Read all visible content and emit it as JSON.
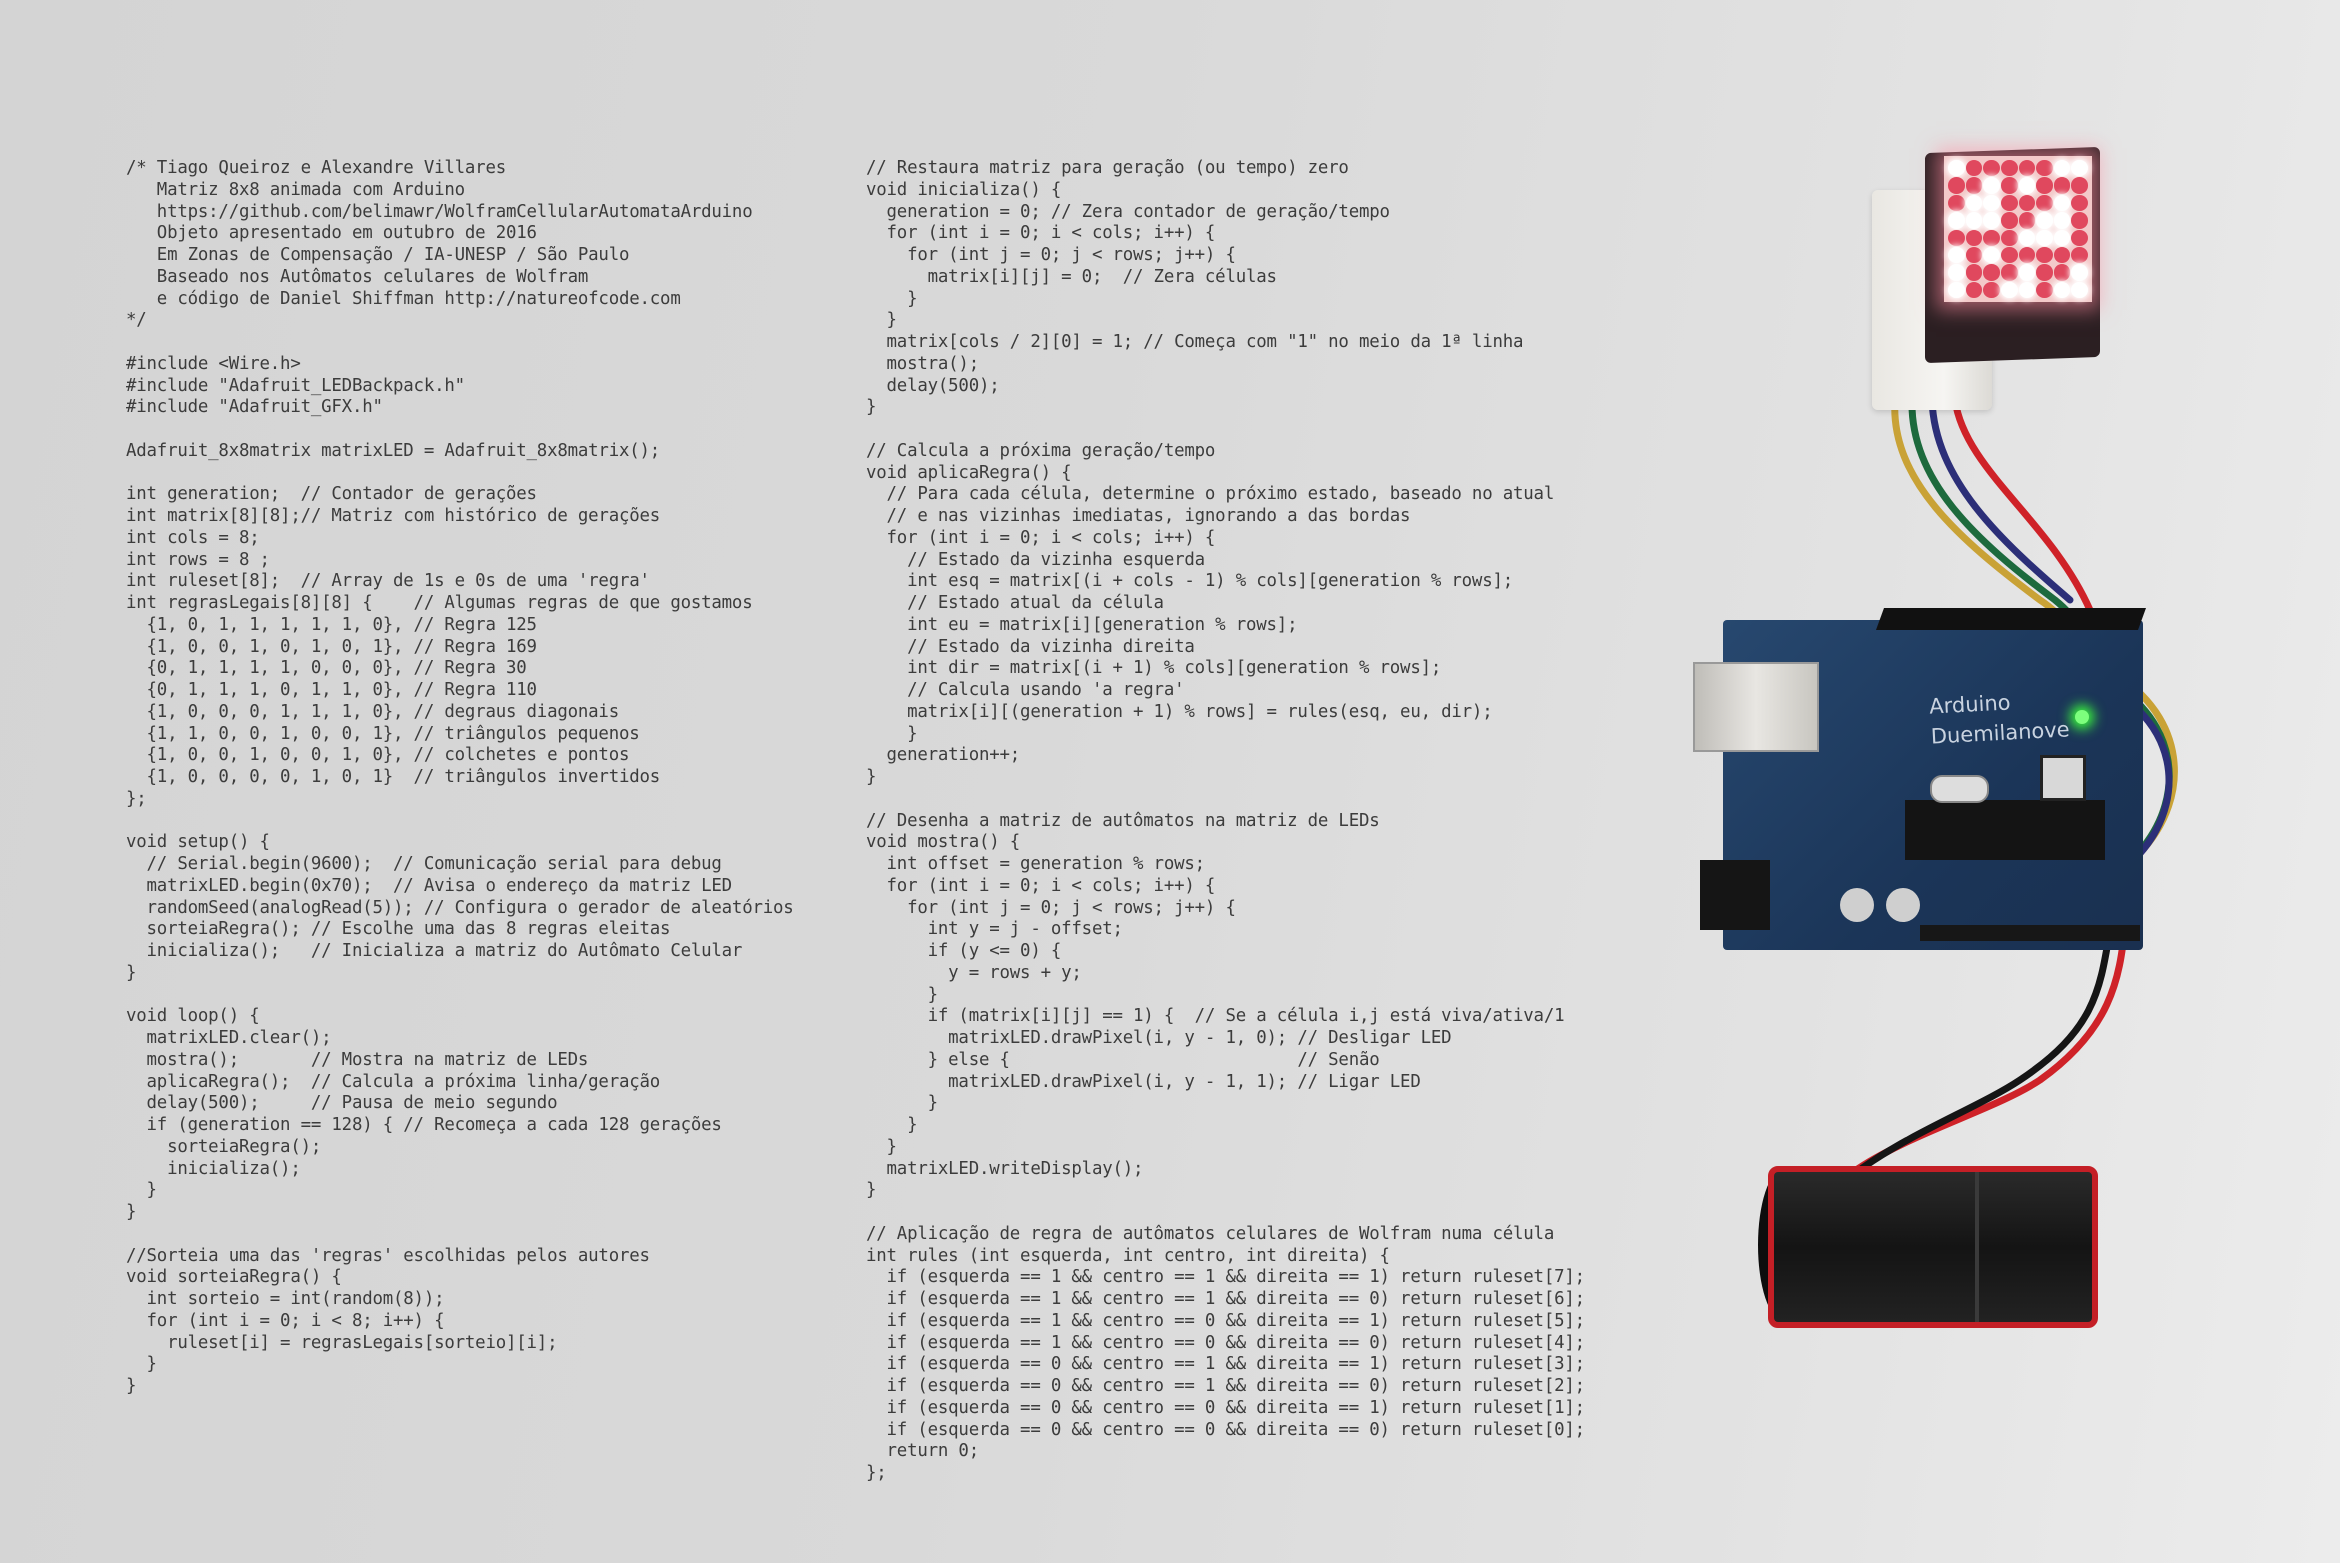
{
  "code_left": [
    "/* Tiago Queiroz e Alexandre Villares",
    "   Matriz 8x8 animada com Arduino",
    "   https://github.com/belimawr/WolframCellularAutomataArduino",
    "   Objeto apresentado em outubro de 2016",
    "   Em Zonas de Compensação / IA-UNESP / São Paulo",
    "   Baseado nos Autômatos celulares de Wolfram",
    "   e código de Daniel Shiffman http://natureofcode.com",
    "*/",
    "",
    "#include <Wire.h>",
    "#include \"Adafruit_LEDBackpack.h\"",
    "#include \"Adafruit_GFX.h\"",
    "",
    "Adafruit_8x8matrix matrixLED = Adafruit_8x8matrix();",
    "",
    "int generation;  // Contador de gerações",
    "int matrix[8][8];// Matriz com histórico de gerações",
    "int cols = 8;",
    "int rows = 8 ;",
    "int ruleset[8];  // Array de 1s e 0s de uma 'regra'",
    "int regrasLegais[8][8] {    // Algumas regras de que gostamos",
    "  {1, 0, 1, 1, 1, 1, 1, 0}, // Regra 125",
    "  {1, 0, 0, 1, 0, 1, 0, 1}, // Regra 169",
    "  {0, 1, 1, 1, 1, 0, 0, 0}, // Regra 30",
    "  {0, 1, 1, 1, 0, 1, 1, 0}, // Regra 110",
    "  {1, 0, 0, 0, 1, 1, 1, 0}, // degraus diagonais",
    "  {1, 1, 0, 0, 1, 0, 0, 1}, // triângulos pequenos",
    "  {1, 0, 0, 1, 0, 0, 1, 0}, // colchetes e pontos",
    "  {1, 0, 0, 0, 0, 1, 0, 1}  // triângulos invertidos",
    "};",
    "",
    "void setup() {",
    "  // Serial.begin(9600);  // Comunicação serial para debug",
    "  matrixLED.begin(0x70);  // Avisa o endereço da matriz LED",
    "  randomSeed(analogRead(5)); // Configura o gerador de aleatórios",
    "  sorteiaRegra(); // Escolhe uma das 8 regras eleitas",
    "  inicializa();   // Inicializa a matriz do Autômato Celular",
    "}",
    "",
    "void loop() {",
    "  matrixLED.clear();",
    "  mostra();       // Mostra na matriz de LEDs",
    "  aplicaRegra();  // Calcula a próxima linha/geração",
    "  delay(500);     // Pausa de meio segundo",
    "  if (generation == 128) { // Recomeça a cada 128 gerações",
    "    sorteiaRegra();",
    "    inicializa();",
    "  }",
    "}",
    "",
    "//Sorteia uma das 'regras' escolhidas pelos autores",
    "void sorteiaRegra() {",
    "  int sorteio = int(random(8));",
    "  for (int i = 0; i < 8; i++) {",
    "    ruleset[i] = regrasLegais[sorteio][i];",
    "  }",
    "}"
  ],
  "code_right": [
    "// Restaura matriz para geração (ou tempo) zero",
    "void inicializa() {",
    "  generation = 0; // Zera contador de geração/tempo",
    "  for (int i = 0; i < cols; i++) {",
    "    for (int j = 0; j < rows; j++) {",
    "      matrix[i][j] = 0;  // Zera células",
    "    }",
    "  }",
    "  matrix[cols / 2][0] = 1; // Começa com \"1\" no meio da 1ª linha",
    "  mostra();",
    "  delay(500);",
    "}",
    "",
    "// Calcula a próxima geração/tempo",
    "void aplicaRegra() {",
    "  // Para cada célula, determine o próximo estado, baseado no atual",
    "  // e nas vizinhas imediatas, ignorando a das bordas",
    "  for (int i = 0; i < cols; i++) {",
    "    // Estado da vizinha esquerda",
    "    int esq = matrix[(i + cols - 1) % cols][generation % rows];",
    "    // Estado atual da célula",
    "    int eu = matrix[i][generation % rows];",
    "    // Estado da vizinha direita",
    "    int dir = matrix[(i + 1) % cols][generation % rows];",
    "    // Calcula usando 'a regra'",
    "    matrix[i][(generation + 1) % rows] = rules(esq, eu, dir);",
    "    }",
    "  generation++;",
    "}",
    "",
    "// Desenha a matriz de autômatos na matriz de LEDs",
    "void mostra() {",
    "  int offset = generation % rows;",
    "  for (int i = 0; i < cols; i++) {",
    "    for (int j = 0; j < rows; j++) {",
    "      int y = j - offset;",
    "      if (y <= 0) {",
    "        y = rows + y;",
    "      }",
    "      if (matrix[i][j] == 1) {  // Se a célula i,j está viva/ativa/1",
    "        matrixLED.drawPixel(i, y - 1, 0); // Desligar LED",
    "      } else {                            // Senão",
    "        matrixLED.drawPixel(i, y - 1, 1); // Ligar LED",
    "      }",
    "    }",
    "  }",
    "  matrixLED.writeDisplay();",
    "}",
    "",
    "// Aplicação de regra de autômatos celulares de Wolfram numa célula",
    "int rules (int esquerda, int centro, int direita) {",
    "  if (esquerda == 1 && centro == 1 && direita == 1) return ruleset[7];",
    "  if (esquerda == 1 && centro == 1 && direita == 0) return ruleset[6];",
    "  if (esquerda == 1 && centro == 0 && direita == 1) return ruleset[5];",
    "  if (esquerda == 1 && centro == 0 && direita == 0) return ruleset[4];",
    "  if (esquerda == 0 && centro == 1 && direita == 1) return ruleset[3];",
    "  if (esquerda == 0 && centro == 1 && direita == 0) return ruleset[2];",
    "  if (esquerda == 0 && centro == 0 && direita == 1) return ruleset[1];",
    "  if (esquerda == 0 && centro == 0 && direita == 0) return ruleset[0];",
    "  return 0;",
    "};"
  ],
  "photo": {
    "board_label": "Arduino\nDuemilanove",
    "led_matrix_rows": [
      "10000011",
      "00101000",
      "01100010",
      "11100110",
      "00001110",
      "10100000",
      "10001001",
      "10011011"
    ],
    "colors": {
      "led_on": "#ffffff",
      "led_off": "#e0485e",
      "board": "#1f3f66",
      "battery_trim": "#c41f26"
    }
  }
}
